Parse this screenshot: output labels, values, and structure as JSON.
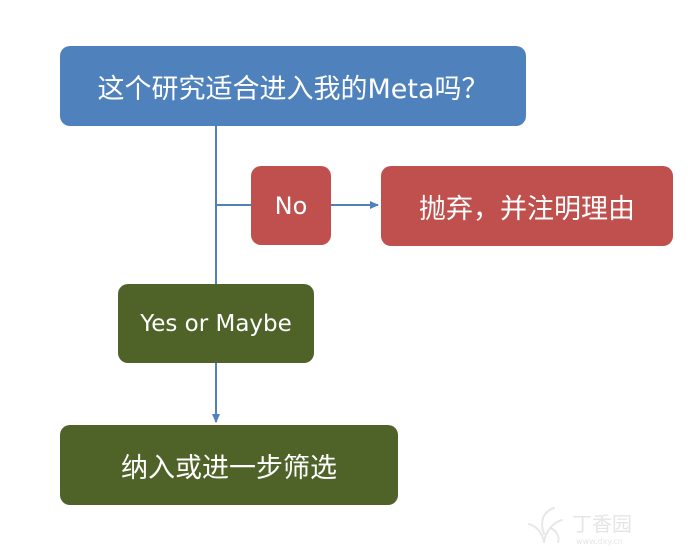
{
  "flowchart": {
    "question": "这个研究适合进入我的Meta吗？",
    "no_label": "No",
    "discard_action": "抛弃，并注明理由",
    "yes_label": "Yes or Maybe",
    "include_action": "纳入或进一步筛选"
  },
  "colors": {
    "question_fill": "#4f81bd",
    "no_fill": "#c0504d",
    "yes_fill": "#4f6228",
    "connector": "#4f81bd"
  },
  "watermark": {
    "brand": "丁香园",
    "url": "www.dxy.cn"
  }
}
